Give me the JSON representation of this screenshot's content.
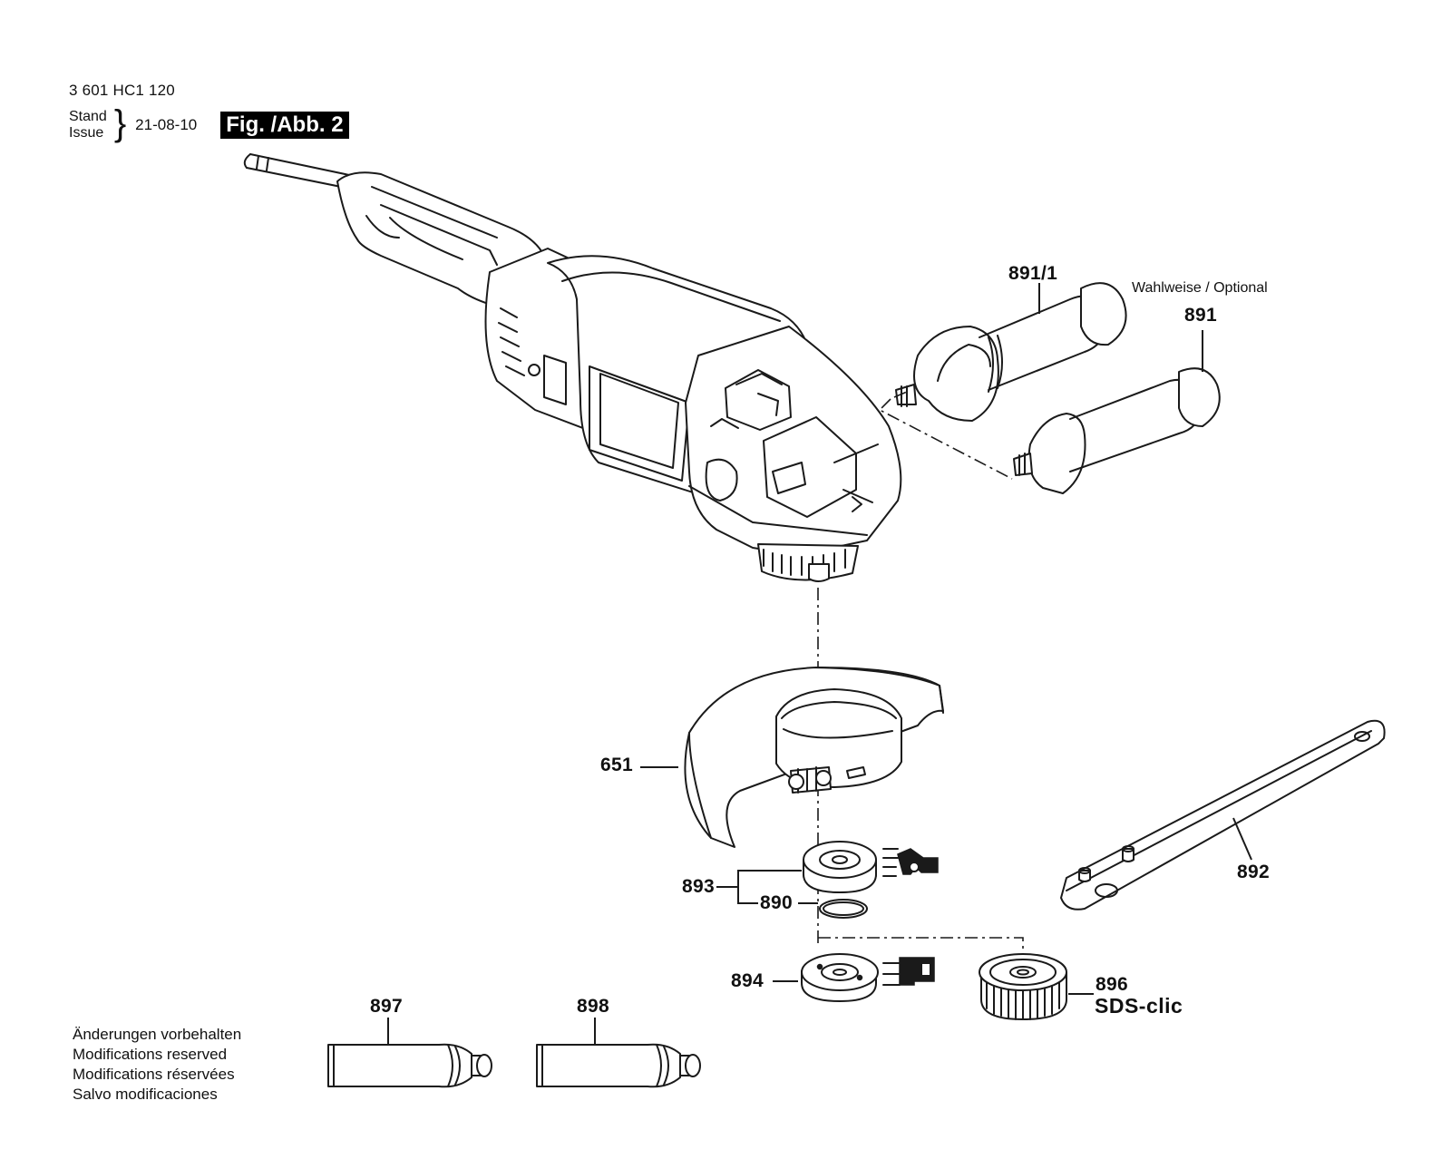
{
  "header": {
    "part_number": "3 601 HC1 120",
    "stand_label": "Stand",
    "issue_label": "Issue",
    "date": "21-08-10",
    "figure_label": "Fig. /Abb. 2"
  },
  "optional_label": "Wahlweise / Optional",
  "callouts": {
    "p891_1": "891/1",
    "p891": "891",
    "p651": "651",
    "p892": "892",
    "p893": "893",
    "p890": "890",
    "p894": "894",
    "p896": "896",
    "p897": "897",
    "p898": "898"
  },
  "sds_clic": "SDS-clic",
  "disclaimer": {
    "de": "Änderungen vorbehalten",
    "en": "Modifications reserved",
    "fr": "Modifications réservées",
    "es": "Salvo modificaciones"
  },
  "icons": {
    "grinder": "angle-grinder-icon",
    "handle_optional": "side-handle-vibration-icon",
    "handle": "side-handle-icon",
    "guard": "wheel-guard-icon",
    "spanner": "pin-spanner-icon",
    "flange": "mounting-flange-icon",
    "oring": "o-ring-icon",
    "clamping_nut": "clamping-nut-icon",
    "quick_nut": "quick-clamping-nut-icon",
    "grease_tube": "grease-tube-icon"
  }
}
